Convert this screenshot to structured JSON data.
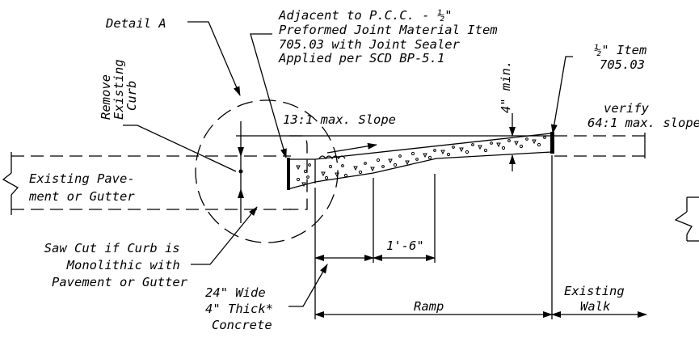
{
  "labels": {
    "detail": "Detail A",
    "remove_curb": [
      "Remove",
      "Existing",
      "Curb"
    ],
    "adjacent": [
      "Adjacent to P.C.C. - ½\"",
      "Preformed Joint Material Item",
      "705.03 with Joint Sealer",
      "Applied per SCD BP-5.1"
    ],
    "item": [
      "½\" Item",
      "705.03"
    ],
    "slope_13": "13:1 max. Slope",
    "min4": "4\" min.",
    "verify": [
      "verify",
      "64:1 max. slope"
    ],
    "existing_pavement": [
      "Existing Pave-",
      "ment or Gutter"
    ],
    "saw_cut": [
      "Saw Cut if Curb is",
      "Monolithic with",
      "Pavement or Gutter"
    ],
    "dim_18": "1'-6\"",
    "concrete": [
      "24\" Wide",
      "4\" Thick*",
      "Concrete"
    ],
    "ramp": "Ramp",
    "existing_walk": [
      "Existing",
      "Walk"
    ]
  }
}
